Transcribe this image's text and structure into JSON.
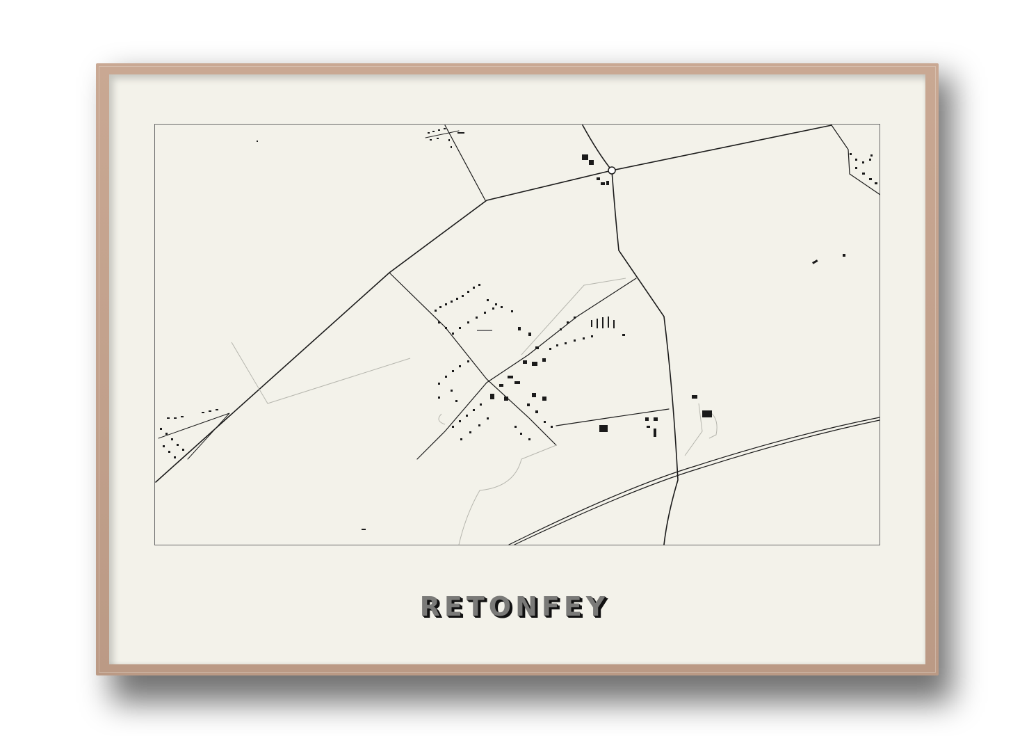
{
  "poster": {
    "title": "RETONFEY",
    "colors": {
      "frame": "#c0a08b",
      "paper": "#f3f2ea",
      "ink": "#1a1a1a",
      "path": "#b5b5ad",
      "title_fill": "#7a7a78",
      "title_shadow": "#111111"
    }
  },
  "map": {
    "border": "thin-rectangle",
    "features": [
      "main-roads",
      "village-buildings",
      "roundabout",
      "dual-track-highway",
      "footpaths"
    ]
  }
}
